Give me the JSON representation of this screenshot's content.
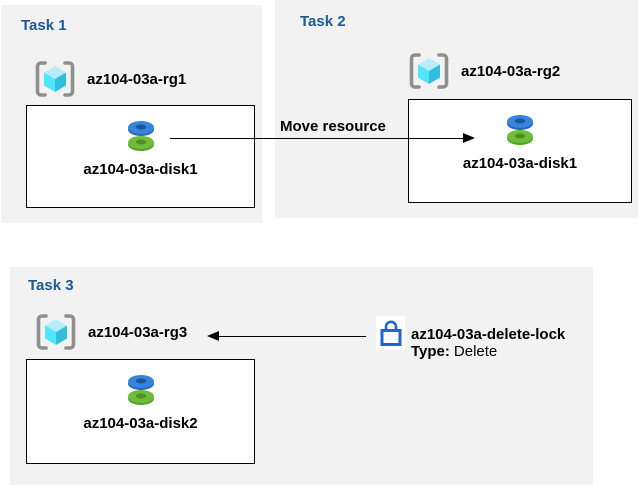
{
  "panels": [
    {
      "title": "Task 1",
      "resource_group": "az104-03a-rg1",
      "resource": "az104-03a-disk1"
    },
    {
      "title": "Task 2",
      "resource_group": "az104-03a-rg2",
      "resource": "az104-03a-disk1"
    },
    {
      "title": "Task 3",
      "resource_group": "az104-03a-rg3",
      "resource": "az104-03a-disk2"
    }
  ],
  "arrows": {
    "move": {
      "label": "Move resource",
      "from": "az104-03a-disk1",
      "to": "az104-03a-rg2",
      "direction": "right"
    },
    "lock": {
      "from": "az104-03a-delete-lock",
      "to": "az104-03a-rg3",
      "direction": "left"
    }
  },
  "lock": {
    "name": "az104-03a-delete-lock",
    "type_label": "Type:",
    "type_value": "Delete"
  },
  "icons": {
    "resource_group": "resource-group-icon",
    "disk": "disk-icon",
    "lock": "lock-icon"
  },
  "colors": {
    "panel_bg": "#f2f2f2",
    "task_title_blue": "#1a5a96",
    "lock_blue": "#2262d9",
    "disk_blue": "#3585dc",
    "disk_green": "#6fbc3c",
    "cube_cyan": "#50e6ff",
    "cube_teal": "#32bedd",
    "cube_light": "#b9ecfa",
    "bracket_gray": "#8f8f8f",
    "arrow_black": "#000000"
  }
}
